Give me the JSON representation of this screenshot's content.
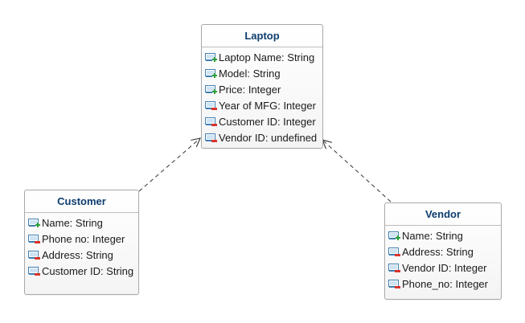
{
  "colors": {
    "title": "#0d3d6e",
    "border": "#a9a9a9",
    "public_marker": "#2e9e3a",
    "private_marker": "#d9342b",
    "icon_frame": "#3f7fb3",
    "connector": "#333333"
  },
  "classes": {
    "laptop": {
      "name": "Laptop",
      "attributes": [
        {
          "text": "Laptop Name: String",
          "visibility": "public"
        },
        {
          "text": "Model: String",
          "visibility": "public"
        },
        {
          "text": "Price: Integer",
          "visibility": "public"
        },
        {
          "text": "Year of MFG: Integer",
          "visibility": "private"
        },
        {
          "text": "Customer ID: Integer",
          "visibility": "private"
        },
        {
          "text": "Vendor ID: undefined",
          "visibility": "private"
        }
      ]
    },
    "customer": {
      "name": "Customer",
      "attributes": [
        {
          "text": "Name: String",
          "visibility": "public"
        },
        {
          "text": "Phone no: Integer",
          "visibility": "private"
        },
        {
          "text": "Address: String",
          "visibility": "private"
        },
        {
          "text": "Customer ID: String",
          "visibility": "private"
        }
      ]
    },
    "vendor": {
      "name": "Vendor",
      "attributes": [
        {
          "text": "Name: String",
          "visibility": "public"
        },
        {
          "text": "Address: String",
          "visibility": "private"
        },
        {
          "text": "Vendor ID: Integer",
          "visibility": "private"
        },
        {
          "text": "Phone_no: Integer",
          "visibility": "private"
        }
      ]
    }
  },
  "relations": [
    {
      "from": "customer",
      "to": "laptop",
      "type": "dependency",
      "style": "dashed-open-arrow"
    },
    {
      "from": "vendor",
      "to": "laptop",
      "type": "dependency",
      "style": "dashed-open-arrow"
    }
  ]
}
